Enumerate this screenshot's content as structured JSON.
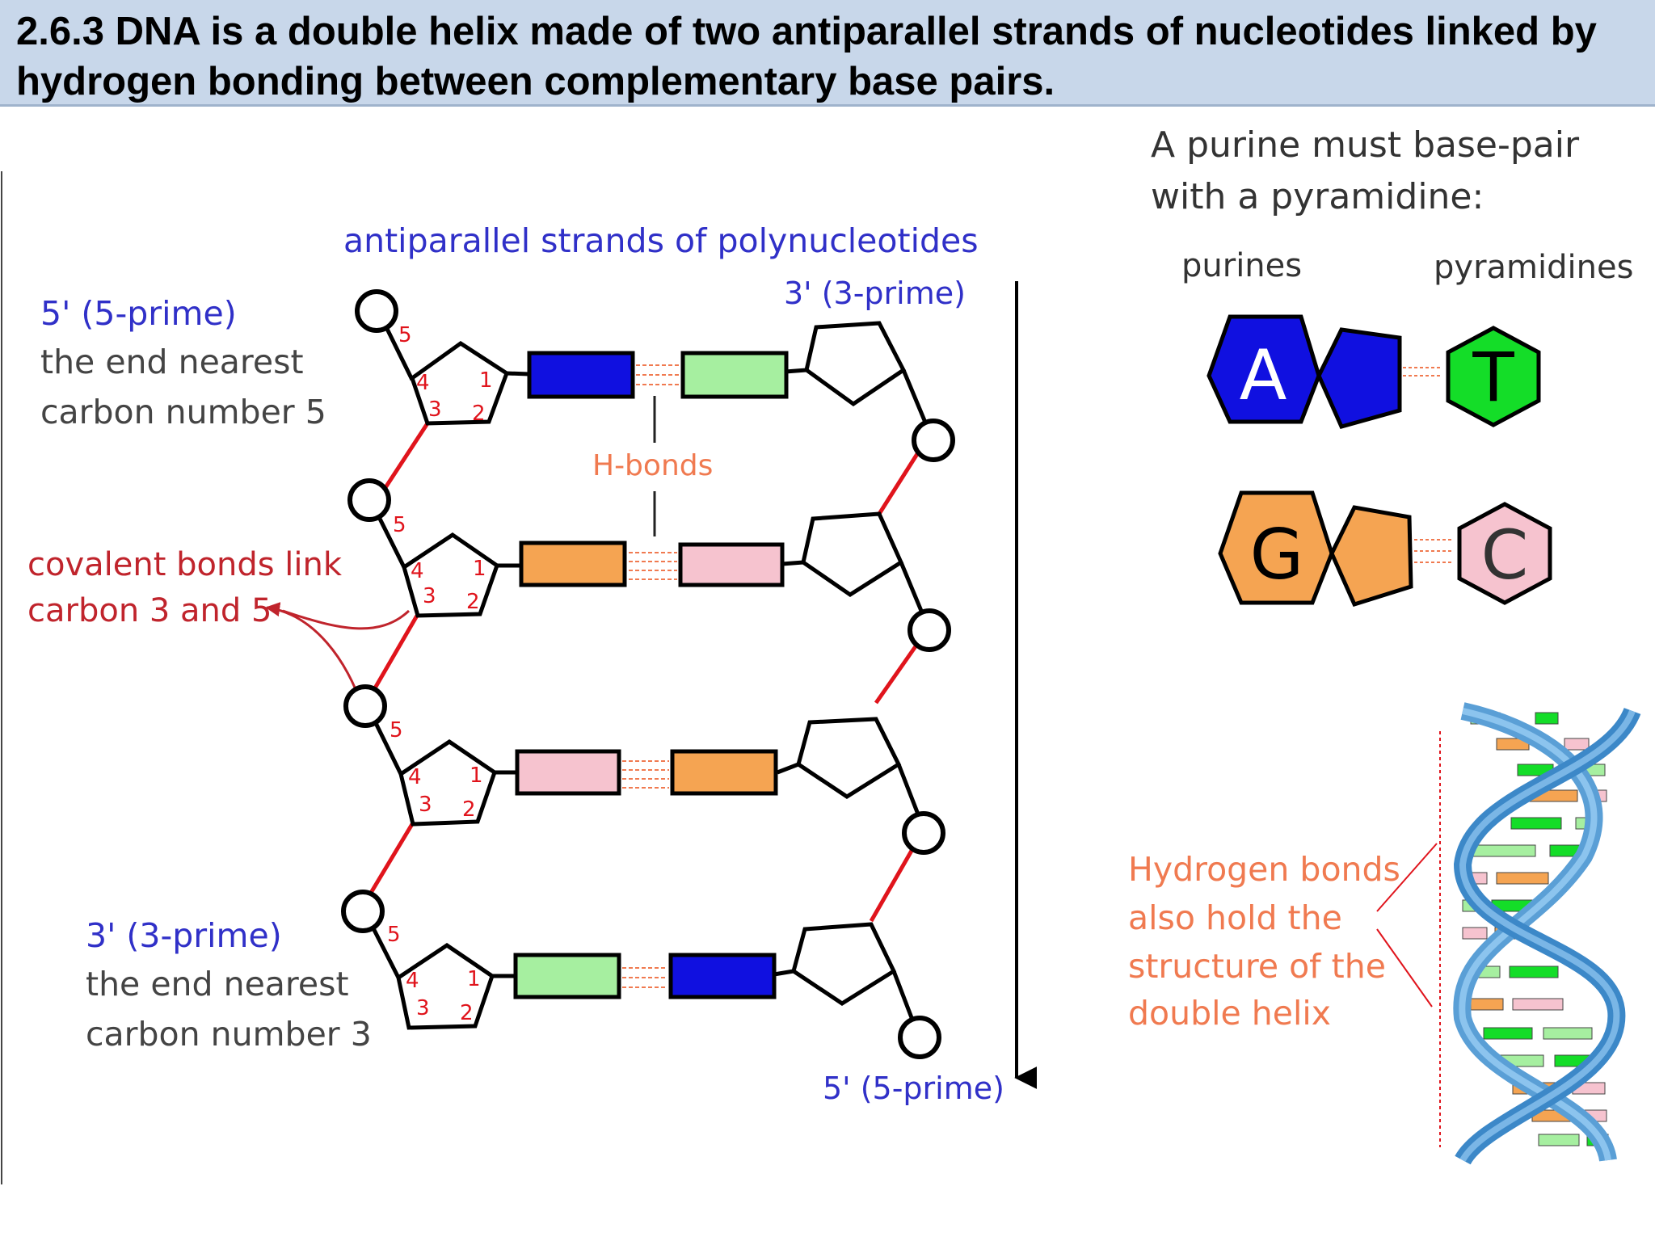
{
  "header": {
    "title": "2.6.3 DNA is a double helix made of two antiparallel strands of nucleotides linked by hydrogen bonding between complementary base pairs."
  },
  "strand_diagram": {
    "title": "antiparallel strands of polynucleotides",
    "left_top_end": {
      "heading": "5' (5-prime)",
      "line1": "the end nearest",
      "line2": "carbon number 5"
    },
    "left_bottom_end": {
      "heading": "3' (3-prime)",
      "line1": "the end nearest",
      "line2": "carbon number 3"
    },
    "right_top_end": "3' (3-prime)",
    "right_bottom_end": "5' (5-prime)",
    "hbonds_label": "H-bonds",
    "covalent_label": {
      "line1": "covalent bonds link",
      "line2": "carbon 3 and 5"
    },
    "carbon_numbers": {
      "c1": "1",
      "c2": "2",
      "c3": "3",
      "c4": "4",
      "c5": "5"
    }
  },
  "base_pair_panel": {
    "heading_line1": "A purine must base-pair",
    "heading_line2": "with a pyramidine:",
    "purines_label": "purines",
    "pyrimidines_label": "pyramidines",
    "pairs": [
      {
        "purine": "A",
        "pyrimidine": "T"
      },
      {
        "purine": "G",
        "pyrimidine": "C"
      }
    ]
  },
  "helix_panel": {
    "line1": "Hydrogen bonds",
    "line2": "also hold the",
    "line3": "structure of the",
    "line4": "double helix"
  },
  "colors": {
    "adenine": "#1010e0",
    "thymine": "#14dd28",
    "guanine": "#f5a452",
    "cytosine": "#f6c3cf",
    "green_base": "#a6efa0",
    "blue_label": "#3030c8",
    "red_label": "#c0242c",
    "orange_label": "#f07a50",
    "backbone": "#e0141c"
  }
}
